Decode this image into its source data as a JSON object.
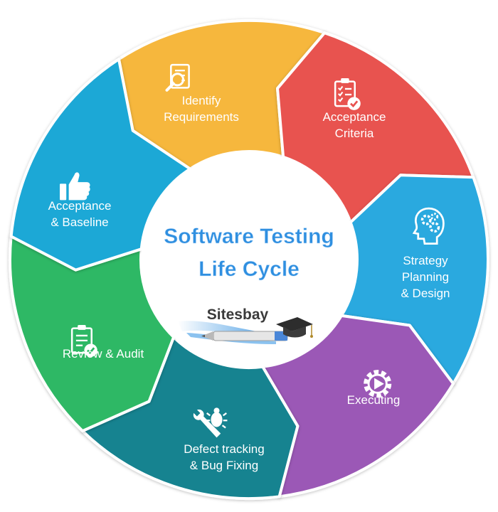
{
  "title_lines": [
    "Software Testing",
    "Life Cycle"
  ],
  "logo": {
    "text": "Sitesbay"
  },
  "segments": [
    {
      "id": "identify-requirements",
      "lines": [
        "Identify",
        "Requirements"
      ],
      "color": "#f6b73c",
      "icon": "document-search-icon"
    },
    {
      "id": "acceptance-criteria",
      "lines": [
        "Acceptance",
        "Criteria"
      ],
      "color": "#e8524f",
      "icon": "checklist-clipboard-icon"
    },
    {
      "id": "strategy-planning-design",
      "lines": [
        "Strategy",
        "Planning",
        "& Design"
      ],
      "color": "#29a9df",
      "icon": "head-gears-icon"
    },
    {
      "id": "executing",
      "lines": [
        "Executing"
      ],
      "color": "#9b59b6",
      "icon": "gear-play-icon"
    },
    {
      "id": "defect-tracking",
      "lines": [
        "Defect tracking",
        "& Bug Fixing"
      ],
      "color": "#128390",
      "icon": "wrench-bug-icon"
    },
    {
      "id": "review-audit",
      "lines": [
        "Review & Audit"
      ],
      "color": "#2db865",
      "icon": "clipboard-check-icon"
    },
    {
      "id": "acceptance-baseline",
      "lines": [
        "Acceptance",
        "& Baseline"
      ],
      "color": "#1ea8d6",
      "icon": "thumbs-up-icon"
    }
  ]
}
